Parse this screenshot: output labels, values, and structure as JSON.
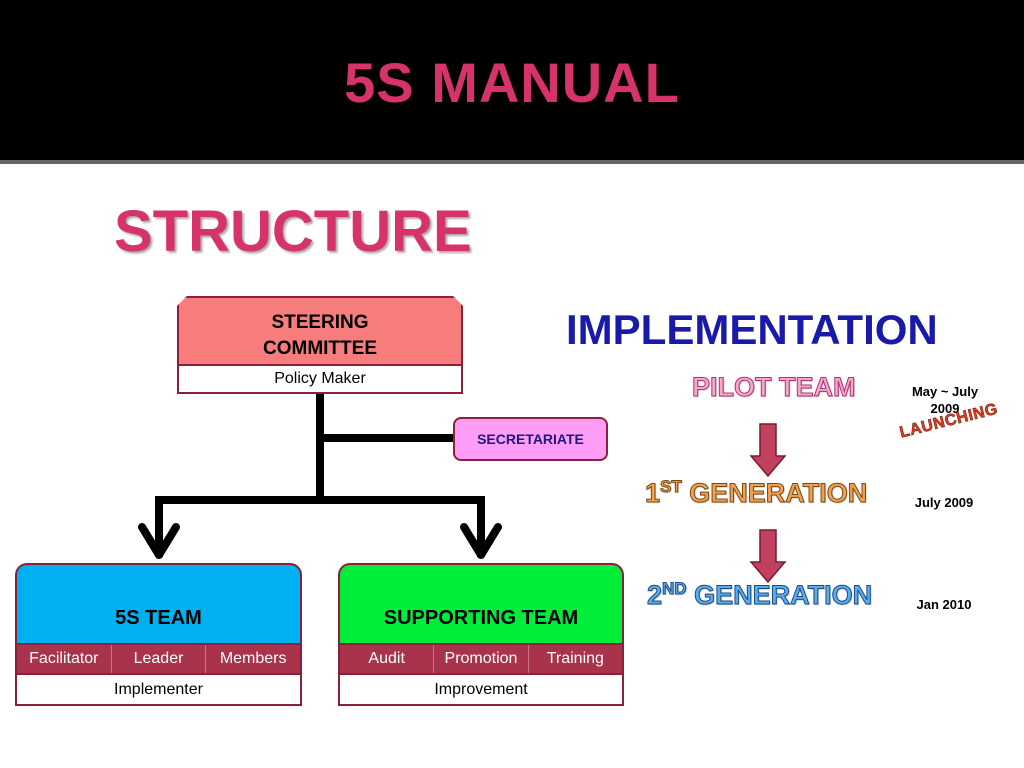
{
  "header": {
    "title": "5S MANUAL"
  },
  "slide": {
    "subtitle": "STRUCTURE"
  },
  "org": {
    "steering": {
      "title_line1": "STEERING",
      "title_line2": "COMMITTEE",
      "role": "Policy Maker"
    },
    "secretariate": "SECRETARIATE",
    "team_5s": {
      "title": "5S TEAM",
      "roles": [
        "Facilitator",
        "Leader",
        "Members"
      ],
      "role": "Implementer"
    },
    "team_support": {
      "title": "SUPPORTING TEAM",
      "roles": [
        "Audit",
        "Promotion",
        "Training"
      ],
      "role": "Improvement"
    }
  },
  "implementation": {
    "title": "IMPLEMENTATION",
    "stages": [
      {
        "label": "PILOT TEAM",
        "date": "May ~ July 2009",
        "tag": "LAUNCHING"
      },
      {
        "label_num": "1",
        "label_sup": "ST",
        "label_rest": " GENERATION",
        "date": "July 2009"
      },
      {
        "label_num": "2",
        "label_sup": "ND",
        "label_rest": " GENERATION",
        "date": "Jan 2010"
      }
    ]
  },
  "colors": {
    "title": "#d6336c",
    "impl_title": "#1a1aa8",
    "steering": "#f77c7c",
    "team_5s": "#00b0f0",
    "team_support": "#00ee3a",
    "secretariate": "#ff9cf5",
    "arrow": "#c04060"
  }
}
